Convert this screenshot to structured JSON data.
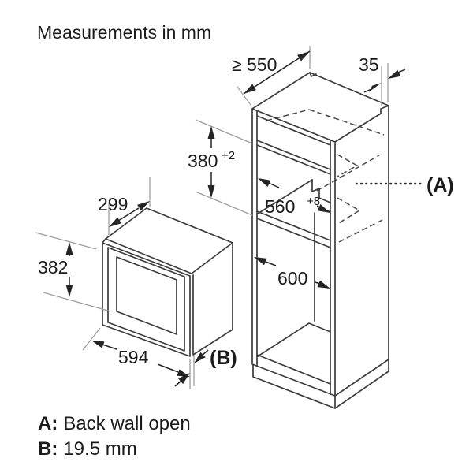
{
  "title": "Measurements in mm",
  "colors": {
    "background": "#ffffff",
    "object_line": "#3c3c3c",
    "dimension_line": "#242424",
    "extension_line": "#9e9e9e",
    "text": "#1b1b1b"
  },
  "cabinet": {
    "depth_min": {
      "label": "≥ 550"
    },
    "side_top_gap": {
      "label": "35"
    },
    "niche_height": {
      "value": "380",
      "tolerance": "+2"
    },
    "niche_width": {
      "value": "560",
      "tolerance": "+8"
    },
    "width": {
      "label": "600"
    },
    "callout": "(A)"
  },
  "oven": {
    "depth": {
      "label": "299"
    },
    "height": {
      "label": "382"
    },
    "width": {
      "label": "594"
    },
    "callout": "(B)"
  },
  "legend": {
    "a_key": "A:",
    "a_text": "Back wall open",
    "b_key": "B:",
    "b_text": "19.5 mm"
  }
}
